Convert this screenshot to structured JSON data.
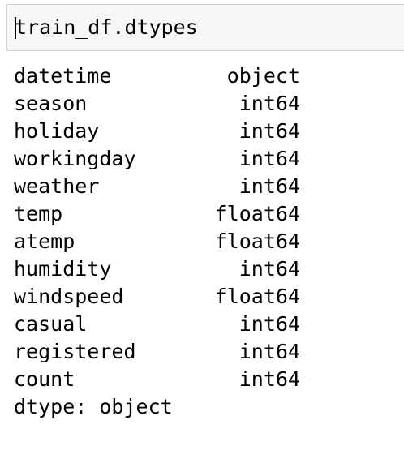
{
  "input_cell": {
    "code": "train_df.dtypes"
  },
  "output": {
    "rows": [
      {
        "name": "datetime",
        "dtype": "object"
      },
      {
        "name": "season",
        "dtype": "int64"
      },
      {
        "name": "holiday",
        "dtype": "int64"
      },
      {
        "name": "workingday",
        "dtype": "int64"
      },
      {
        "name": "weather",
        "dtype": "int64"
      },
      {
        "name": "temp",
        "dtype": "float64"
      },
      {
        "name": "atemp",
        "dtype": "float64"
      },
      {
        "name": "humidity",
        "dtype": "int64"
      },
      {
        "name": "windspeed",
        "dtype": "float64"
      },
      {
        "name": "casual",
        "dtype": "int64"
      },
      {
        "name": "registered",
        "dtype": "int64"
      },
      {
        "name": "count",
        "dtype": "int64"
      }
    ],
    "footer": "dtype: object"
  }
}
